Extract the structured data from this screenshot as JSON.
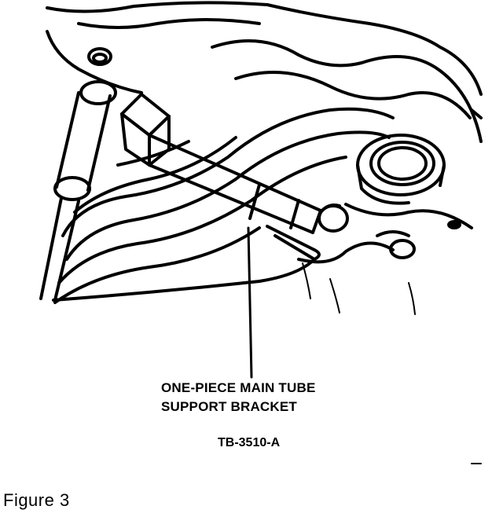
{
  "diagram": {
    "callout": {
      "line1": "ONE-PIECE MAIN TUBE",
      "line2": "SUPPORT BRACKET"
    },
    "part_code": "TB-3510-A"
  },
  "caption": "Figure 3",
  "colors": {
    "ink": "#000000",
    "paper": "#ffffff"
  }
}
